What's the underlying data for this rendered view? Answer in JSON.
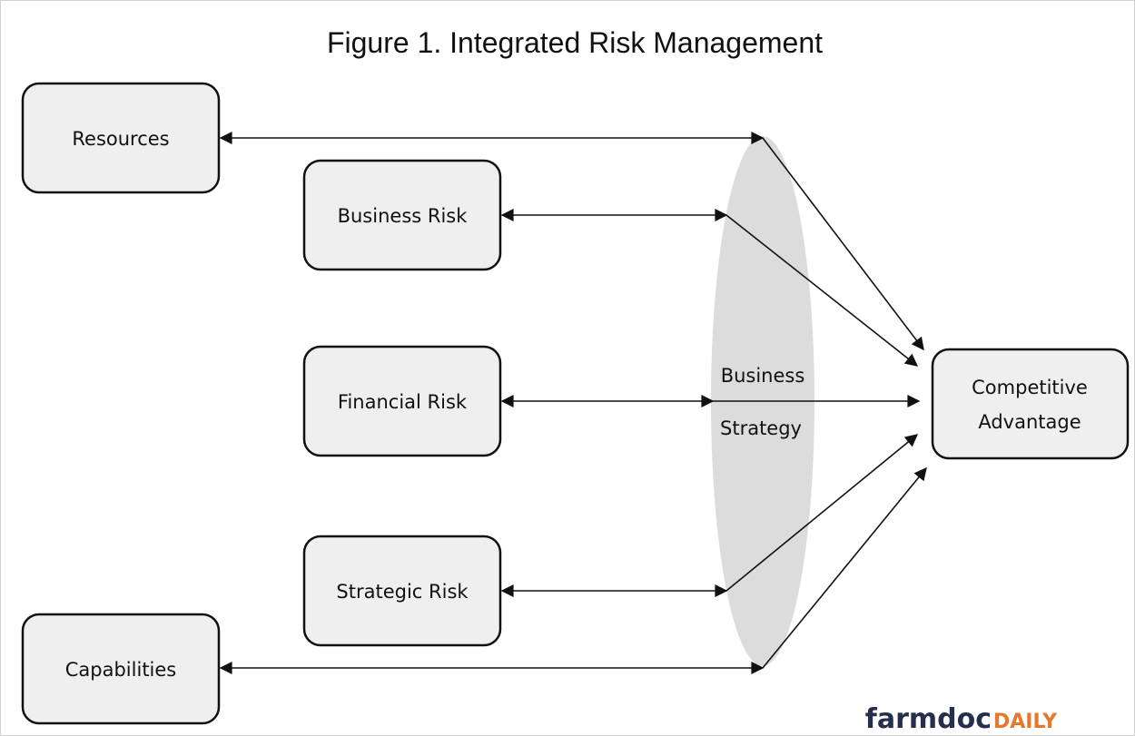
{
  "title": "Figure 1. Integrated Risk Management",
  "boxes": {
    "resources": "Resources",
    "business_risk": "Business Risk",
    "financial_risk": "Financial Risk",
    "strategic_risk": "Strategic Risk",
    "capabilities": "Capabilities",
    "competitive_advantage_line1": "Competitive",
    "competitive_advantage_line2": "Advantage"
  },
  "strategy": {
    "line1": "Business",
    "line2": "Strategy"
  },
  "brand": {
    "main": "farmdoc",
    "accent": "DAILY"
  },
  "colors": {
    "box_fill": "#efefef",
    "ellipse_fill": "#dcdcdc",
    "brand_main": "#232f4b",
    "brand_accent": "#e8772e"
  }
}
